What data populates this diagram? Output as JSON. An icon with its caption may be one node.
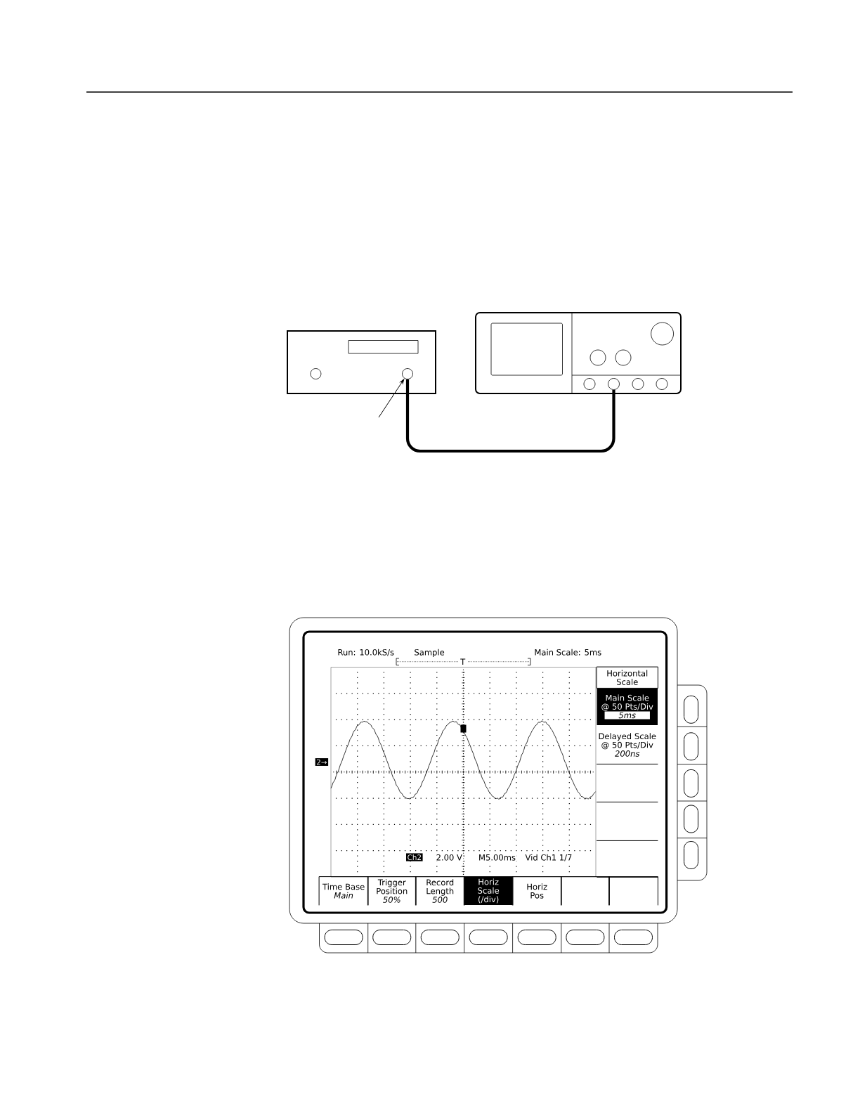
{
  "diagram": {
    "nodes": [
      {
        "text": [],
        "shape": "circle"
      },
      {
        "text": [],
        "shape": "circle"
      },
      {
        "text": [],
        "shape": "circle"
      },
      {
        "text": [],
        "shape": "circle"
      },
      {
        "text": [],
        "shape": "circle"
      },
      {
        "text": [
          "Horizontal Scale"
        ]
      },
      {
        "text": [
          "Main Scale @ 50 Pts/Div",
          "5ms"
        ]
      },
      {
        "text": [
          "Delayed Scale @ 50 Pts/Div",
          "200ns"
        ]
      },
      {
        "text": [],
        "shape": "box"
      },
      {
        "text": [],
        "shape": "box"
      },
      {
        "text": [],
        "shape": "box"
      },
      {
        "text": [
          "Time Base",
          "Main"
        ]
      },
      {
        "text": [
          "Trigger Position",
          "50%"
        ]
      },
      {
        "text": [
          "Record Length",
          "500"
        ]
      },
      {
        "text": [
          "Horiz Scale (/div)"
        ]
      },
      {
        "text": [
          "Horiz Pos"
        ]
      },
      {
        "text": [],
        "shape": "box"
      },
      {
        "text": [],
        "shape": "box"
      }
    ],
    "edges": [
      {
        "from": 0,
        "to": 2,
        "arrow": "none",
        "style": "thick"
      },
      {
        "from": null,
        "to": 0,
        "arrow": "to"
      }
    ],
    "labels": [
      "Run: 10.0kS/s",
      "Sample",
      "Main Scale: 5ms",
      "T",
      "2→",
      "Ch2",
      "2.00 V",
      "M5.00ms",
      "Vid Ch1 1/7"
    ]
  }
}
